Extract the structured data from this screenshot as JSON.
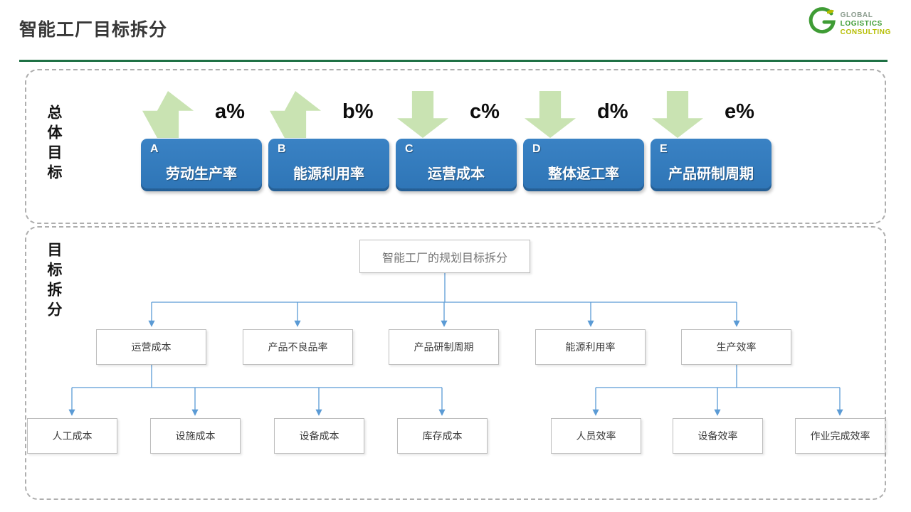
{
  "slide": {
    "title": "智能工厂目标拆分"
  },
  "logo": {
    "line1": "GLOBAL",
    "line2": "LOGISTICS",
    "line3": "CONSULTING"
  },
  "overall": {
    "section_label": "总体目标",
    "items": [
      {
        "letter": "A",
        "name": "劳动生产率",
        "pct": "a%",
        "direction": "up"
      },
      {
        "letter": "B",
        "name": "能源利用率",
        "pct": "b%",
        "direction": "up"
      },
      {
        "letter": "C",
        "name": "运营成本",
        "pct": "c%",
        "direction": "down"
      },
      {
        "letter": "D",
        "name": "整体返工率",
        "pct": "d%",
        "direction": "down"
      },
      {
        "letter": "E",
        "name": "产品研制周期",
        "pct": "e%",
        "direction": "down"
      }
    ],
    "colors": {
      "box": "#2e75b6",
      "arrow": "#c9e3b2"
    }
  },
  "breakdown": {
    "section_label": "目标拆分",
    "root": "智能工厂的规划目标拆分",
    "level2": [
      "运营成本",
      "产品不良品率",
      "产品研制周期",
      "能源利用率",
      "生产效率"
    ],
    "level3_left": [
      "人工成本",
      "设施成本",
      "设备成本",
      "库存成本"
    ],
    "level3_right": [
      "人员效率",
      "设备效率",
      "作业完成效率"
    ],
    "colors": {
      "line": "#5b9bd5"
    }
  }
}
